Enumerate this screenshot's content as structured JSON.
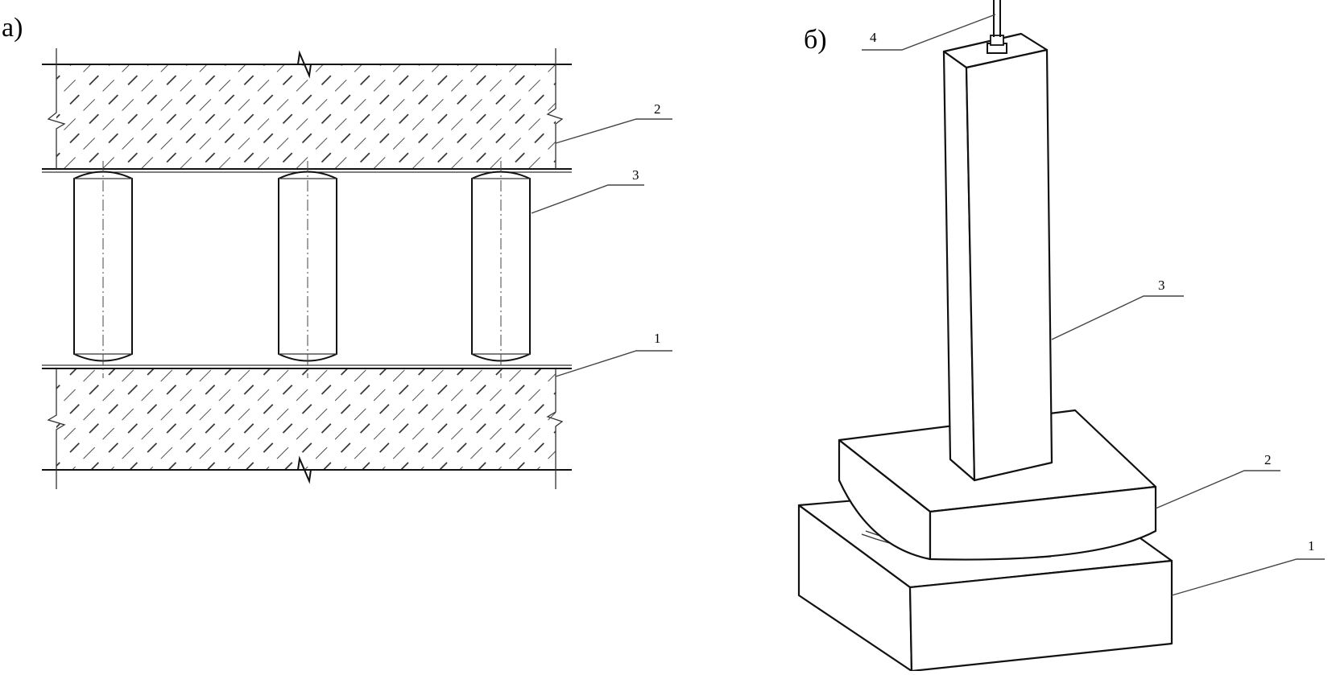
{
  "panels": {
    "a": {
      "label": "а)"
    },
    "b": {
      "label": "б)"
    }
  },
  "callouts_a": {
    "base": "1",
    "top_plate": "2",
    "rollers": "3"
  },
  "callouts_b": {
    "base": "1",
    "rocker": "2",
    "column": "3",
    "anchor": "4"
  }
}
